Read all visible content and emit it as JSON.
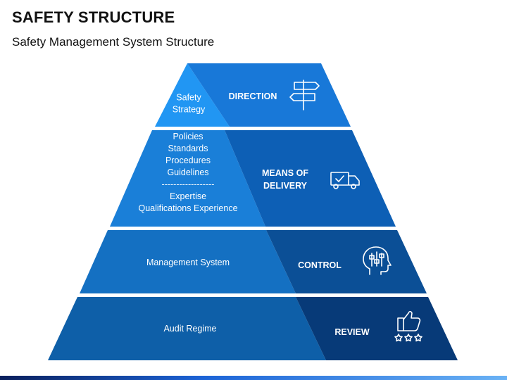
{
  "title": "SAFETY STRUCTURE",
  "subtitle": "Safety Management System Structure",
  "colors": {
    "tier1_left": "#2196f3",
    "tier1_right": "#1878d8",
    "tier2_left": "#1a7fd8",
    "tier2_right": "#0d5fb5",
    "tier3_left": "#1470c2",
    "tier3_right": "#0b4f96",
    "tier4_left": "#0e5fa8",
    "tier4_right": "#073a78"
  },
  "tiers": [
    {
      "left_lines": [
        "Safety",
        "Strategy"
      ],
      "right_lines": [
        "DIRECTION"
      ],
      "icon": "signpost-icon"
    },
    {
      "left_lines": [
        "Policies",
        "Standards",
        "Procedures",
        "Guidelines",
        "------------------",
        "Expertise",
        "Qualifications Experience"
      ],
      "right_lines": [
        "MEANS OF",
        "DELIVERY"
      ],
      "icon": "delivery-truck-icon"
    },
    {
      "left_lines": [
        "Management System"
      ],
      "right_lines": [
        "CONTROL"
      ],
      "icon": "brain-head-icon"
    },
    {
      "left_lines": [
        "Audit Regime"
      ],
      "right_lines": [
        "REVIEW"
      ],
      "icon": "thumbs-up-rating-icon"
    }
  ]
}
